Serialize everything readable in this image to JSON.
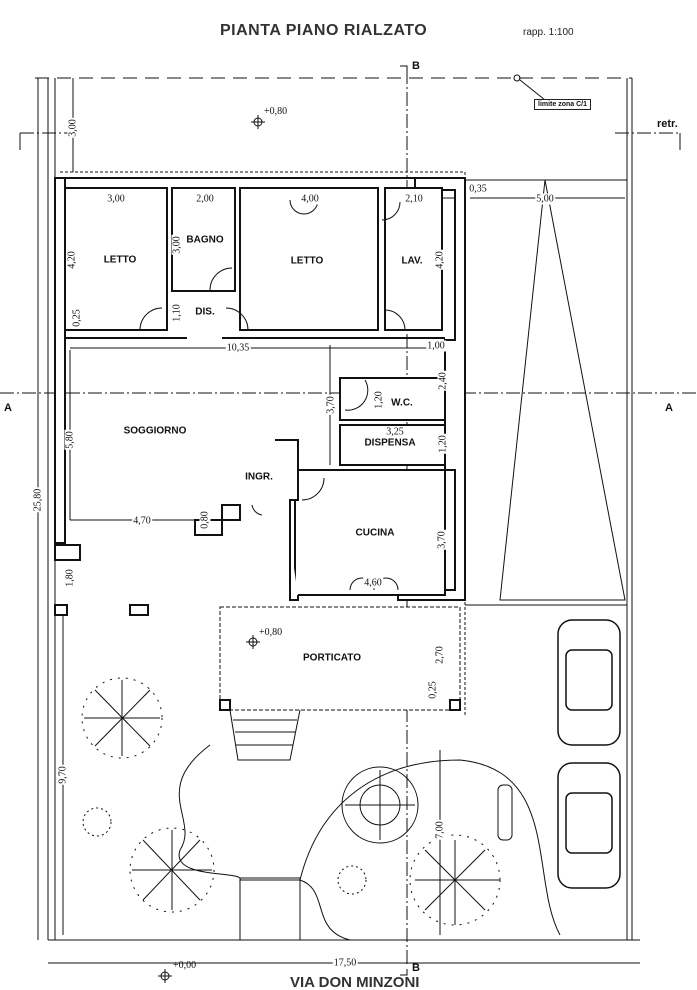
{
  "title": "PIANTA PIANO RIALZATO",
  "scale": "rapp. 1:100",
  "zone_label": "limite zona C/1",
  "retreat_label": "retr.",
  "street": "VIA DON MINZONI",
  "sections": {
    "a_left": "A",
    "a_right": "A",
    "b_top": "B",
    "b_bottom": "B"
  },
  "levels": {
    "top": "+0,80",
    "porch": "+0,80",
    "street": "+0,00"
  },
  "rooms": {
    "letto1": "LETTO",
    "bagno": "BAGNO",
    "letto2": "LETTO",
    "lav": "LAV.",
    "dis": "DIS.",
    "soggiorno": "SOGGIORNO",
    "wc": "W.C.",
    "dispensa": "DISPENSA",
    "ingr": "INGR.",
    "cucina": "CUCINA",
    "porticato": "PORTICATO"
  },
  "dimensions": {
    "d300_top": "3,00",
    "d300_w": "3,00",
    "d200": "2,00",
    "d400": "4,00",
    "d210": "2,10",
    "d035": "0,35",
    "d500": "5,00",
    "d420_l": "4,20",
    "d300_bagno": "3,00",
    "d420_r": "4,20",
    "d110": "1,10",
    "d025_a": "0,25",
    "d1035": "10,35",
    "d100": "1,00",
    "d240": "2,40",
    "d370_a": "3,70",
    "d120_a": "1,20",
    "d325": "3,25",
    "d120_b": "1,20",
    "d580": "5,80",
    "d470": "4,70",
    "d080": "0,80",
    "d370_b": "3,70",
    "d460": "4,60",
    "d180": "1,80",
    "d270": "2,70",
    "d025_b": "0,25",
    "d2580": "25,80",
    "d970": "9,70",
    "d700": "7,00",
    "d1750": "17,50"
  }
}
